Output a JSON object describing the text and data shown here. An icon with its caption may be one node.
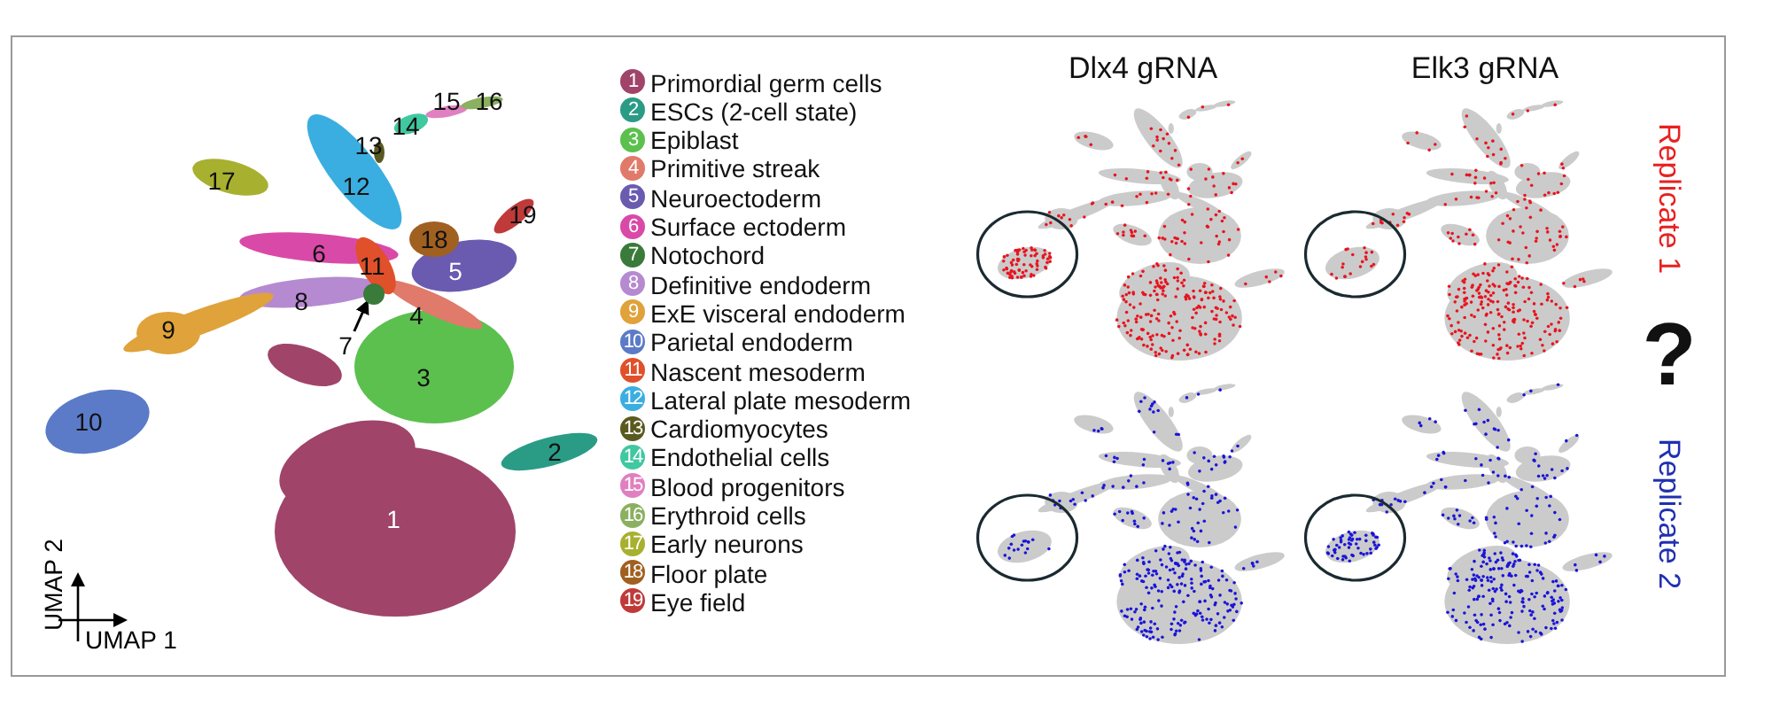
{
  "diagram": {
    "nodes": [
      {
        "text": [
          "7"
        ]
      },
      {
        "text": [],
        "shape": "circle"
      }
    ],
    "edges": [
      {
        "from": 0,
        "to": 1,
        "arrow": "to"
      }
    ],
    "labels": [
      "15",
      "16",
      "13",
      "14",
      "12",
      "19",
      "17",
      "18",
      "6",
      "11",
      "5",
      "8",
      "4",
      "9",
      "3",
      "10",
      "2",
      "1",
      "UMAP 2",
      "UMAP 1",
      "1",
      "2",
      "3",
      "4",
      "5",
      "6",
      "7",
      "8",
      "9",
      "10",
      "11",
      "12",
      "13",
      "14",
      "15",
      "16",
      "17",
      "18",
      "19",
      "Dlx4 gRNA",
      "Elk3 gRNA",
      "Replicate 1",
      "?",
      "Replicate 2"
    ],
    "legend": [
      {
        "text": "Primordial germ cells",
        "color": "#a0446a"
      },
      {
        "text": "ESCs (2-cell state)",
        "color": "#2a9c86"
      },
      {
        "text": "Epiblast",
        "color": "#5cc04e"
      },
      {
        "text": "Primitive streak",
        "color": "#e07a6a"
      },
      {
        "text": "Neuroectoderm",
        "color": "#6a5bb0"
      },
      {
        "text": "Surface ectoderm",
        "color": "#d94aa8"
      },
      {
        "text": "Notochord",
        "color": "#3a7a3a"
      },
      {
        "text": "Definitive endoderm",
        "color": "#b58ad0"
      },
      {
        "text": "ExE visceral endoderm",
        "color": "#e0a23a"
      },
      {
        "text": "Parietal endoderm",
        "color": "#5b7bc8"
      },
      {
        "text": "Nascent mesoderm",
        "color": "#e0502a"
      },
      {
        "text": "Lateral plate mesoderm",
        "color": "#3aaee0"
      },
      {
        "text": "Cardiomyocytes",
        "color": "#5a5a20"
      },
      {
        "text": "Endothelial cells",
        "color": "#40c8a0"
      },
      {
        "text": "Blood progenitors",
        "color": "#e080c0"
      },
      {
        "text": "Erythroid cells",
        "color": "#8ab060"
      },
      {
        "text": "Early neurons",
        "color": "#a8b030"
      },
      {
        "text": "Floor plate",
        "color": "#a06020"
      },
      {
        "text": "Eye field",
        "color": "#c03a3a"
      }
    ]
  }
}
